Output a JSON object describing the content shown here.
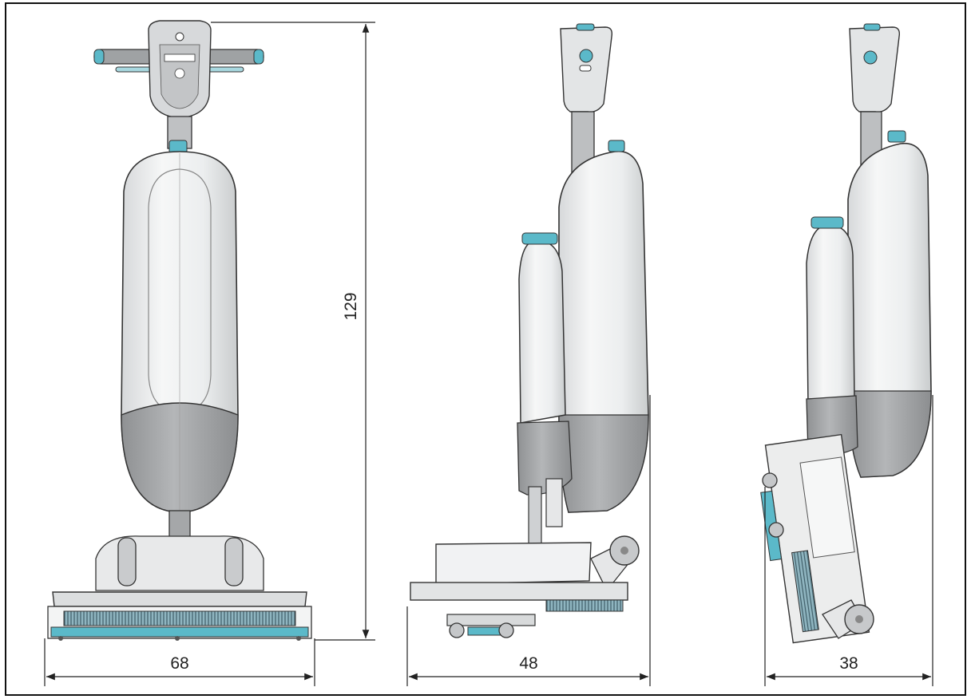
{
  "dimensions": {
    "front_width": "68",
    "side_width": "48",
    "folded_width": "38",
    "height": "129"
  },
  "views": [
    "front-view",
    "side-view",
    "folded-view"
  ],
  "colors": {
    "body": "#f1f2f2",
    "body_shade": "#d9dbdc",
    "lower_grey": "#a9abad",
    "dark_grey": "#8c8e90",
    "accent": "#5bb9c9",
    "brush": "#7fa7b4",
    "outline": "#3a3a3a",
    "dim_line": "#222222"
  }
}
